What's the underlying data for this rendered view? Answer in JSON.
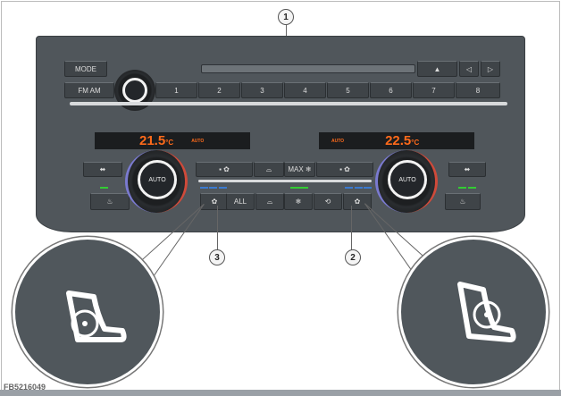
{
  "radio": {
    "mode_label": "MODE",
    "band_label": "FM AM",
    "eject_icon": "eject-icon",
    "prev_icon": "seek-back-icon",
    "next_icon": "seek-forward-icon",
    "presets": [
      "1",
      "2",
      "3",
      "4",
      "5",
      "6",
      "7",
      "8"
    ]
  },
  "climate": {
    "left_temp": "21.5",
    "right_temp": "22.5",
    "unit": "°C",
    "auto_indicator": "AUTO",
    "left_knob_label": "AUTO",
    "right_knob_label": "AUTO",
    "max_label": "MAX ❄",
    "all_label": "ALL",
    "display_color": "#ff6a1a"
  },
  "callouts": [
    "1",
    "2",
    "3"
  ],
  "figure_code": "FB5216049"
}
